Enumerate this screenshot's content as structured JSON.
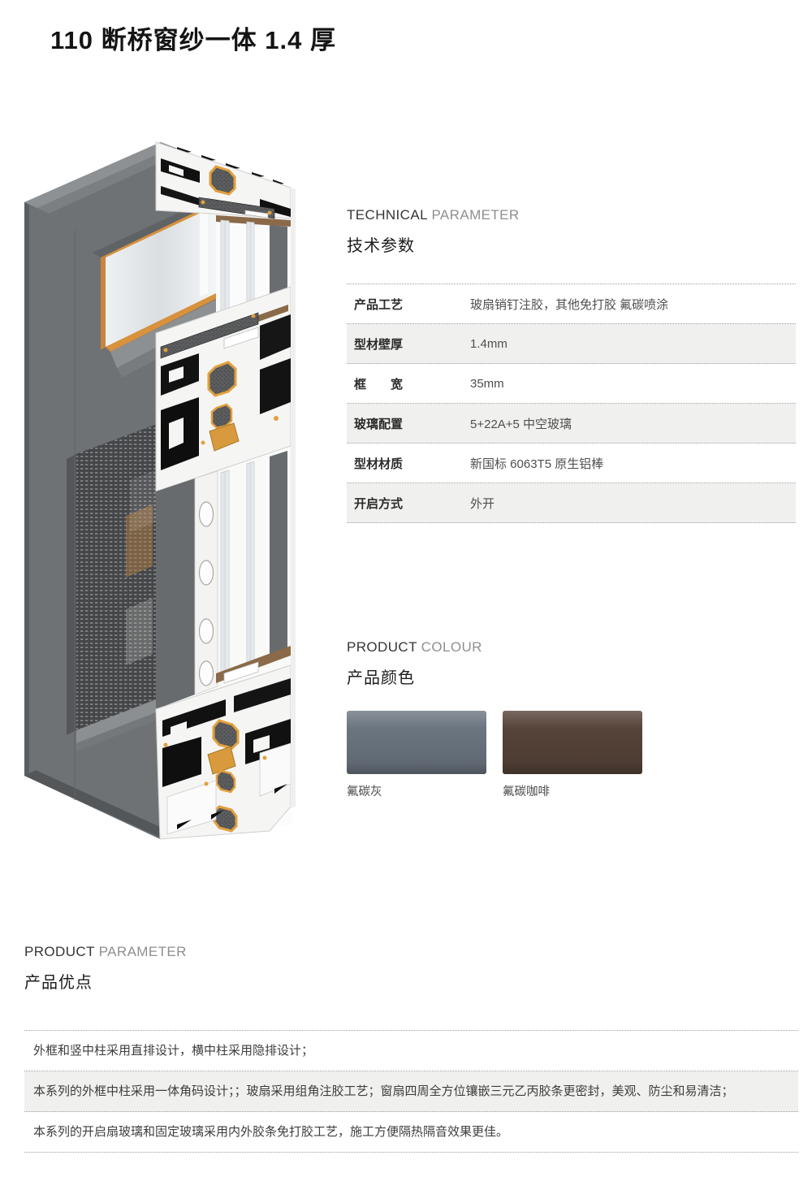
{
  "page": {
    "title": "110 断桥窗纱一体 1.4 厚"
  },
  "technical": {
    "heading_en_strong": "TECHNICAL",
    "heading_en_light": "PARAMETER",
    "heading_cn": "技术参数",
    "rows": [
      {
        "label": "产品工艺",
        "value": "玻扇销钉注胶，其他免打胶  氟碳喷涂"
      },
      {
        "label": "型材壁厚",
        "value": "1.4mm"
      },
      {
        "label": "框　　宽",
        "value": "35mm"
      },
      {
        "label": "玻璃配置",
        "value": "5+22A+5 中空玻璃"
      },
      {
        "label": "型材材质",
        "value": "新国标 6063T5 原生铝棒"
      },
      {
        "label": "开启方式",
        "value": "外开"
      }
    ]
  },
  "colour": {
    "heading_en_strong": "PRODUCT",
    "heading_en_light": "COLOUR",
    "heading_cn": "产品颜色",
    "swatches": [
      {
        "name": "氟碳灰",
        "color": "#6b7580"
      },
      {
        "name": "氟碳咖啡",
        "color": "#564339"
      }
    ]
  },
  "features": {
    "heading_en_strong": "PRODUCT",
    "heading_en_light": "PARAMETER",
    "heading_cn": "产品优点",
    "items": [
      "外框和竖中柱采用直排设计，横中柱采用隐排设计；",
      "本系列的外框中柱采用一体角码设计；；玻扇采用组角注胶工艺；窗扇四周全方位镶嵌三元乙丙胶条更密封，美观、防尘和易清洁；",
      "本系列的开启扇玻璃和固定玻璃采用内外胶条免打胶工艺，施工方便隔热隔音效果更佳。"
    ]
  }
}
